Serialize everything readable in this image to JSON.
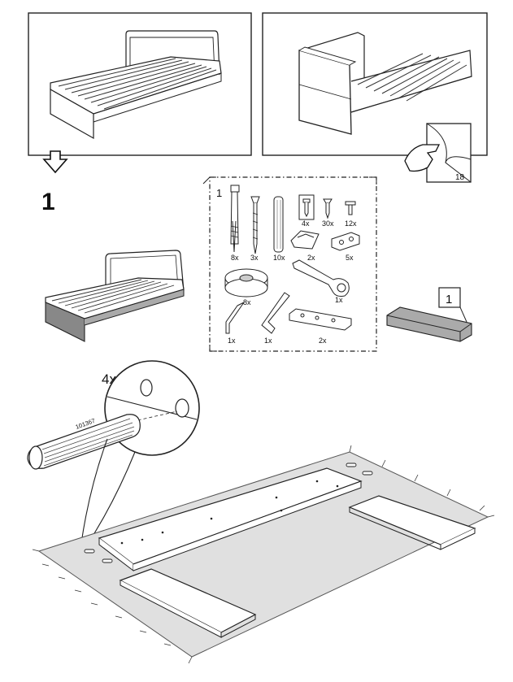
{
  "step": {
    "number": "1"
  },
  "parts_panel": {
    "label": "1",
    "items": [
      {
        "name": "long-dowel-screw",
        "qty": "8x"
      },
      {
        "name": "wood-screw-long",
        "qty": "3x"
      },
      {
        "name": "wood-dowel",
        "qty": "10x"
      },
      {
        "name": "small-screw-boxed",
        "qty": "4x"
      },
      {
        "name": "short-screw",
        "qty": "30x"
      },
      {
        "name": "pin",
        "qty": "12x"
      },
      {
        "name": "bracket-clip",
        "qty": "2x"
      },
      {
        "name": "connector-block",
        "qty": "5x"
      },
      {
        "name": "cam-lock",
        "qty": "8x"
      },
      {
        "name": "wrench",
        "qty": "1x"
      },
      {
        "name": "hex-key-small",
        "qty": "1x"
      },
      {
        "name": "hex-key-large",
        "qty": "1x"
      },
      {
        "name": "metal-plate",
        "qty": "2x"
      }
    ]
  },
  "reference_page": "18",
  "box_label": "1",
  "detail": {
    "quantity": "4x",
    "part_number": "101367"
  }
}
